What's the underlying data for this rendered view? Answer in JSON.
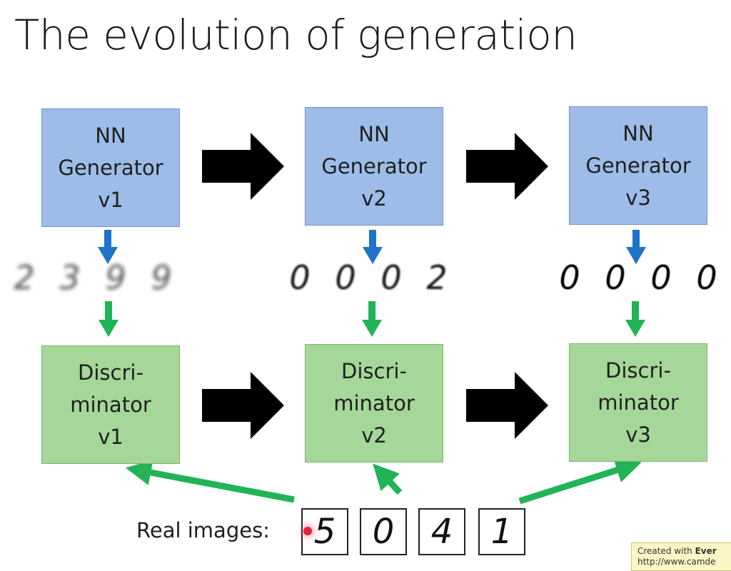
{
  "title": "The evolution of generation",
  "generators": [
    {
      "line1": "NN",
      "line2": "Generator",
      "line3": "v1"
    },
    {
      "line1": "NN",
      "line2": "Generator",
      "line3": "v2"
    },
    {
      "line1": "NN",
      "line2": "Generator",
      "line3": "v3"
    }
  ],
  "discriminators": [
    {
      "line1": "Discri-",
      "line2": "minator",
      "line3": "v1"
    },
    {
      "line1": "Discri-",
      "line2": "minator",
      "line3": "v2"
    },
    {
      "line1": "Discri-",
      "line2": "minator",
      "line3": "v3"
    }
  ],
  "generated_samples": [
    [
      "2",
      "3",
      "9",
      "9"
    ],
    [
      "0",
      "0",
      "0",
      "2"
    ],
    [
      "0",
      "0",
      "0",
      "0"
    ]
  ],
  "real_images": {
    "label": "Real images:",
    "digits": [
      "5",
      "0",
      "4",
      "1"
    ]
  },
  "watermark": {
    "line1_prefix": "Created with ",
    "line1_bold": "Ever",
    "line2": "http://www.camde"
  },
  "colors": {
    "generator_fill": "#9dbde8",
    "discriminator_fill": "#a5d798",
    "generate_arrow": "#1f73c8",
    "discriminate_arrow": "#21b356",
    "evolution_arrow": "#000000"
  }
}
